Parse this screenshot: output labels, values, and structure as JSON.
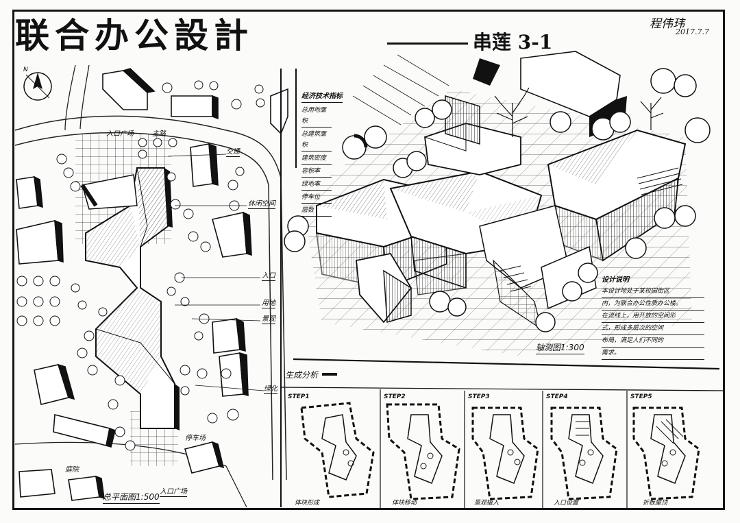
{
  "title": "联合办公設計",
  "subtitle": "串莲 3-1",
  "signature": "程伟玮",
  "date": "2017.7.7",
  "north_label": "N",
  "site_plan": {
    "caption": "总平面图",
    "scale": "1:500",
    "labels": {
      "entrance_top": "入口广场",
      "main_road": "主路",
      "traffic": "交通",
      "leisure": "休闲空间",
      "entrance_2": "入口",
      "land": "用地",
      "landscape": "景观",
      "green": "绿化",
      "garden": "庭院",
      "parking": "停车场",
      "entrance_bottom": "入口广场"
    }
  },
  "tech_index": {
    "heading": "经济技术指标",
    "items": [
      "总用地面积",
      "总建筑面积",
      "建筑密度",
      "容积率",
      "绿地率",
      "停车位",
      "层数"
    ]
  },
  "axon_caption": "轴测图1:300",
  "design_note": {
    "heading": "设计说明",
    "lines": [
      "本设计地处于某校园街区",
      "内，为联合办公性质办公楼。",
      "在流线上，用开放的空间形",
      "式，形成多层次的空间",
      "布局，满足人们不同的",
      "需求。"
    ]
  },
  "generation": {
    "heading": "生成分析",
    "steps": [
      {
        "label": "STEP1",
        "caption": "体块形成"
      },
      {
        "label": "STEP2",
        "caption": "体块移动"
      },
      {
        "label": "STEP3",
        "caption": "景观植入"
      },
      {
        "label": "STEP4",
        "caption": "入口设置"
      },
      {
        "label": "STEP5",
        "caption": "折板屋顶"
      }
    ]
  }
}
